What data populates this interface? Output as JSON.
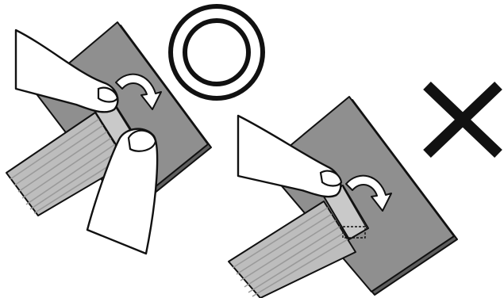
{
  "colors": {
    "background": "#ffffff",
    "outline": "#111111",
    "board": "#8f8f8f",
    "board_edge": "#5e5e5e",
    "connector": "#c9c9c9",
    "ribbon": "#bdbdbd",
    "ribbon_lines": "#9a9a9a",
    "finger": "#ffffff",
    "arrow": "#ffffff"
  },
  "panels": [
    {
      "id": "correct",
      "verdict": "correct",
      "verdict_symbol": "double-circle-icon",
      "hands": [
        "index-finger",
        "thumb"
      ],
      "rotation": "clockwise"
    },
    {
      "id": "incorrect",
      "verdict": "incorrect",
      "verdict_symbol": "cross-icon",
      "hands": [
        "index-finger"
      ],
      "rotation": "clockwise"
    }
  ]
}
